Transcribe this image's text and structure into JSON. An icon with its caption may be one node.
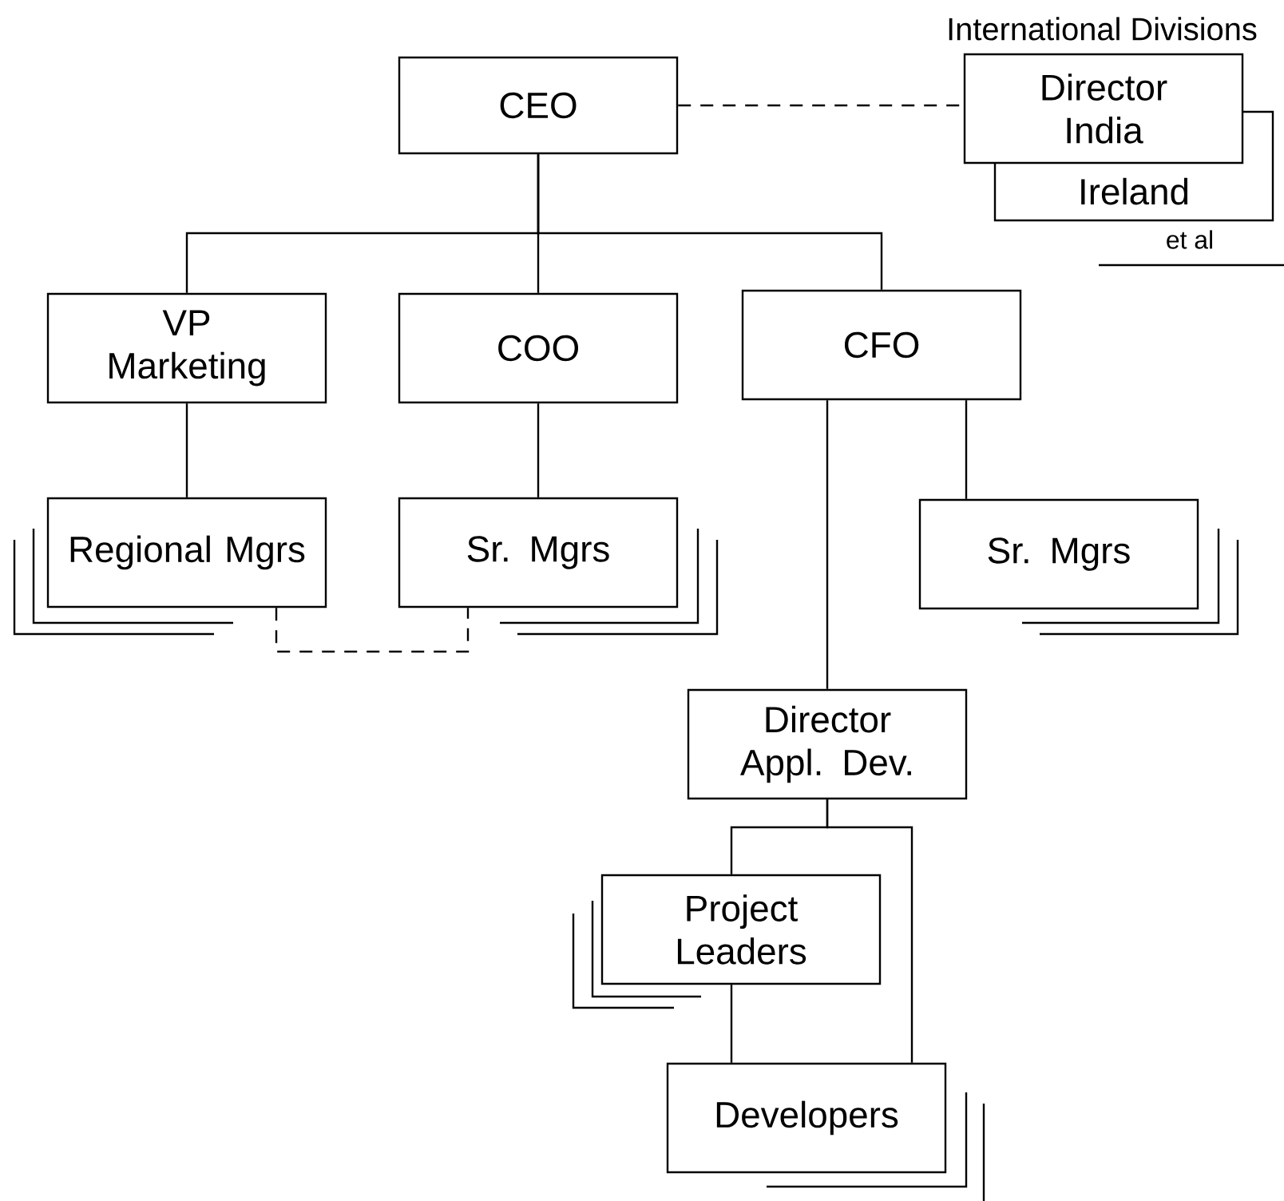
{
  "diagram": {
    "nodes": [
      {
        "text": [
          "CEO"
        ]
      },
      {
        "text": [
          "Director India"
        ]
      },
      {
        "text": [
          "Ireland"
        ]
      },
      {
        "text": [
          "VP Marketing"
        ]
      },
      {
        "text": [
          "COO"
        ]
      },
      {
        "text": [
          "CFO"
        ]
      },
      {
        "text": [
          "Regional Mgrs"
        ]
      },
      {
        "text": [
          "Sr. Mgrs"
        ]
      },
      {
        "text": [
          "Sr. Mgrs"
        ]
      },
      {
        "text": [
          "Director Appl. Dev."
        ]
      },
      {
        "text": [
          "Project Leaders"
        ]
      },
      {
        "text": [
          "Developers"
        ]
      }
    ],
    "edges": [
      {
        "from": 0,
        "to": 3,
        "arrow": "none"
      },
      {
        "from": 0,
        "to": 4,
        "arrow": "none"
      },
      {
        "from": 0,
        "to": 5,
        "arrow": "none"
      },
      {
        "from": 0,
        "to": 1,
        "arrow": "none",
        "style": "dashed"
      },
      {
        "from": 3,
        "to": 6,
        "arrow": "none"
      },
      {
        "from": 4,
        "to": 7,
        "arrow": "none"
      },
      {
        "from": 5,
        "to": 9,
        "arrow": "none"
      },
      {
        "from": 5,
        "to": 8,
        "arrow": "none"
      },
      {
        "from": 6,
        "to": 7,
        "arrow": "none",
        "style": "dashed"
      },
      {
        "from": 9,
        "to": 10,
        "arrow": "none"
      },
      {
        "from": 9,
        "to": 11,
        "arrow": "none"
      },
      {
        "from": 10,
        "to": 11,
        "arrow": "none"
      }
    ],
    "labels": [
      "International Divisions",
      "et al"
    ]
  }
}
